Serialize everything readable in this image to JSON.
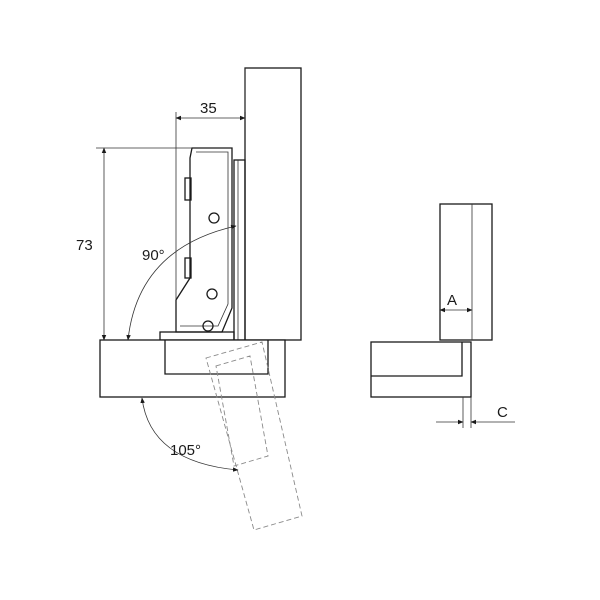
{
  "labels": {
    "dim_width": "35",
    "dim_height": "73",
    "angle_open": "90°",
    "angle_max": "105°",
    "dim_a": "A",
    "dim_c": "C"
  }
}
